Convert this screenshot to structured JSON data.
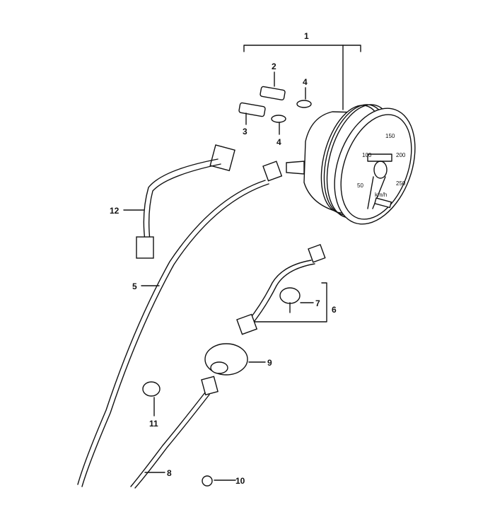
{
  "callouts": [
    {
      "id": "1",
      "part": "speedometer-assembly"
    },
    {
      "id": "2",
      "part": "bulb-socket"
    },
    {
      "id": "3",
      "part": "bulb-socket"
    },
    {
      "id": "4",
      "part": "bulb"
    },
    {
      "id": "4",
      "part": "bulb"
    },
    {
      "id": "5",
      "part": "speedometer-cable"
    },
    {
      "id": "6",
      "part": "cable-adapter-set"
    },
    {
      "id": "7",
      "part": "grommet"
    },
    {
      "id": "8",
      "part": "drive-cable"
    },
    {
      "id": "9",
      "part": "gearbox-drive"
    },
    {
      "id": "10",
      "part": "clip"
    },
    {
      "id": "11",
      "part": "grommet"
    },
    {
      "id": "12",
      "part": "wiring-harness"
    }
  ],
  "dial": {
    "marks": [
      "50",
      "100",
      "150",
      "200",
      "250"
    ],
    "unit": "km/h"
  }
}
